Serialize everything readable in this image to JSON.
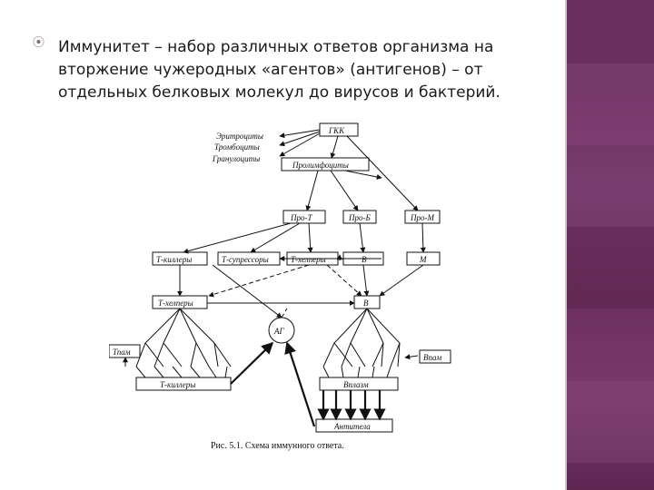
{
  "slide": {
    "bullet_text_line1": "Иммунитет – набор различных ответов организма на",
    "bullet_text_line2": "вторжение чужеродных «агентов» (антигенов) – от",
    "bullet_text_line3": "отдельных белковых молекул до вирусов и бактерий."
  },
  "diagram": {
    "gkk": "ГКК",
    "erythrocytes": "Эритроциты",
    "thrombocytes": "Тромбоциты",
    "granulocytes": "Гранулоциты",
    "prolymphocytes": "Пролимфоциты",
    "pro_t": "Про-Т",
    "pro_b": "Про-Б",
    "pro_m": "Про-М",
    "t_killers_top": "Т-киллеры",
    "t_suppressors": "Т-супрессоры",
    "t_helpers_top": "Т-хелперы",
    "b": "В",
    "m": "М",
    "t_helpers_mid": "Т-хелперы",
    "b_mid": "В",
    "ag": "АГ",
    "t_pam": "Тпам",
    "b_pam": "Впам",
    "t_killers_bottom": "Т-киллеры",
    "b_plasm": "Вплазм",
    "antibodies": "Антитела"
  },
  "caption": "Рис. 5.1. Схема иммунного ответа.",
  "colors": {
    "accent_bar": "#6a2e5e",
    "bullet": "#8a6f7e",
    "text": "#1a1a1a"
  }
}
